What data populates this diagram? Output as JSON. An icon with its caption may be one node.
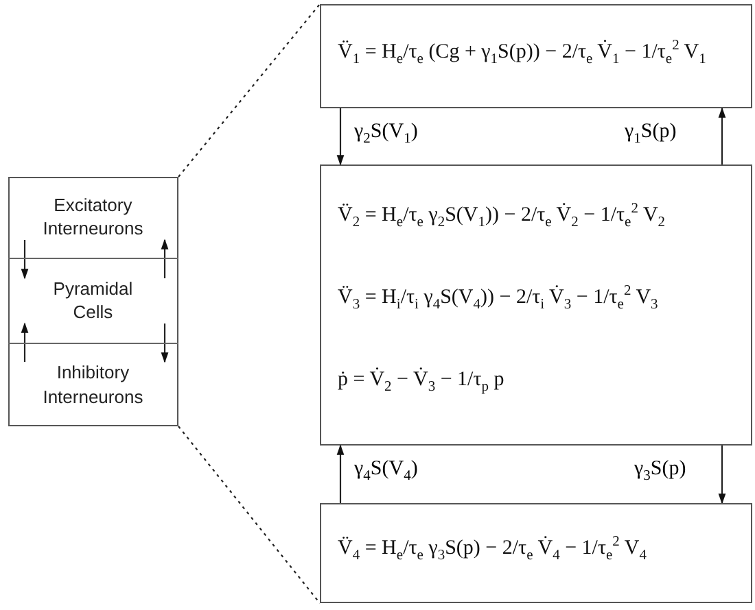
{
  "diagram": {
    "nodes": [
      {
        "text": [],
        "shape": "box"
      },
      {
        "text": [
          "Excitatory Interneurons"
        ],
        "in": 0
      },
      {
        "text": [
          "Pyramidal Cells"
        ],
        "in": 0
      },
      {
        "text": [
          "Inhibitory Interneurons"
        ],
        "in": 0
      },
      {
        "text": [
          "V̈$_{1}$ = H$_{e}$/τ$_{e}$ (Cg + γ$_{1}$S(p)) − 2/τ$_{e}$ V̇$_{1}$ − 1/τ$_{e}$$^{2}$ V$_{1}$"
        ]
      },
      {
        "text": [
          "V̈$_{2}$ = H$_{e}$/τ$_{e}$ γ$_{2}$S(V$_{1}$)) − 2/τ$_{e}$ V̇$_{2}$ − 1/τ$_{e}$$^{2}$ V$_{2}$",
          "V̈$_{3}$ = H$_{i}$/τ$_{i}$ γ$_{4}$S(V$_{4}$)) − 2/τ$_{i}$ V̇$_{3}$ − 1/τ$_{e}$$^{2}$ V$_{3}$",
          "ṗ = V̇$_{2}$ − V̇$_{3}$ − 1/τ$_{p}$ p"
        ]
      },
      {
        "text": [
          "V̈$_{4}$ = H$_{e}$/τ$_{e}$ γ$_{3}$S(p) − 2/τ$_{e}$ V̇$_{4}$ − 1/τ$_{e}$$^{2}$ V$_{4}$"
        ]
      }
    ],
    "edges": [
      {
        "from": 1,
        "to": 2,
        "arrow": "to"
      },
      {
        "from": 2,
        "to": 1,
        "arrow": "to"
      },
      {
        "from": 3,
        "to": 2,
        "arrow": "to"
      },
      {
        "from": 2,
        "to": 3,
        "arrow": "to"
      },
      {
        "from": 4,
        "to": 5,
        "arrow": "to",
        "label": "γ$_{2}$S(V$_{1}$)"
      },
      {
        "from": 5,
        "to": 4,
        "arrow": "to",
        "label": "γ$_{1}$S(p)"
      },
      {
        "from": 6,
        "to": 5,
        "arrow": "to",
        "label": "γ$_{4}$S(V$_{4}$)"
      },
      {
        "from": 5,
        "to": 6,
        "arrow": "to",
        "label": "γ$_{3}$S(p)"
      },
      {
        "from": 0,
        "to": 4,
        "arrow": "none",
        "style": "dashed"
      },
      {
        "from": 0,
        "to": 6,
        "arrow": "none",
        "style": "dashed"
      }
    ]
  }
}
